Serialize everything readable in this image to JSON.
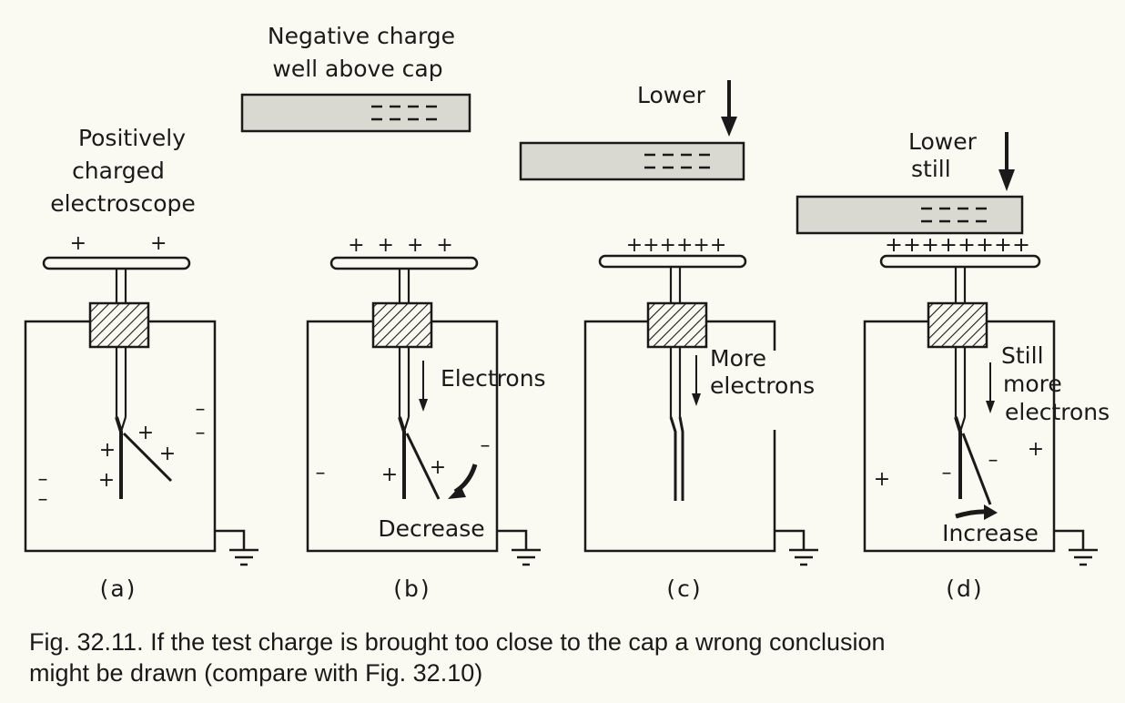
{
  "panels": [
    {
      "sub_label": "(a)",
      "labels": [
        "Positively",
        "charged",
        "electroscope"
      ],
      "cap_charges": "+          +",
      "leaf_charges": [
        "+",
        "+",
        "+",
        "+"
      ],
      "case_charges": [
        "–",
        "–",
        "–",
        "–"
      ]
    },
    {
      "sub_label": "(b)",
      "rod_label_lines": [
        "Negative charge",
        "well above cap"
      ],
      "cap_charges": "+  +  +  +",
      "flow_label": "Electrons",
      "leaf_charges": [
        "+",
        "+"
      ],
      "case_charges": [
        "–",
        "–"
      ],
      "change_label": "Decrease"
    },
    {
      "sub_label": "(c)",
      "move_label": "Lower",
      "cap_charges": "++++++",
      "flow_label_lines": [
        "More",
        "electrons"
      ]
    },
    {
      "sub_label": "(d)",
      "move_label_lines": [
        "Lower",
        "still"
      ],
      "cap_charges": "++++++++",
      "flow_label_lines": [
        "Still",
        "more",
        "electrons"
      ],
      "leaf_charges": [
        "–",
        "–"
      ],
      "case_charges": [
        "+",
        "+"
      ],
      "change_label": "Increase"
    }
  ],
  "rod_charge_marks": "– – – –",
  "caption": {
    "line1": "Fig. 32.11. If the test charge is brought too close to the cap a wrong conclusion",
    "line2": "might be drawn (compare with Fig. 32.10)"
  },
  "colors": {
    "ink": "#1a1a1a",
    "rod_fill": "#d9d9d1",
    "paper": "#fafaf2"
  }
}
